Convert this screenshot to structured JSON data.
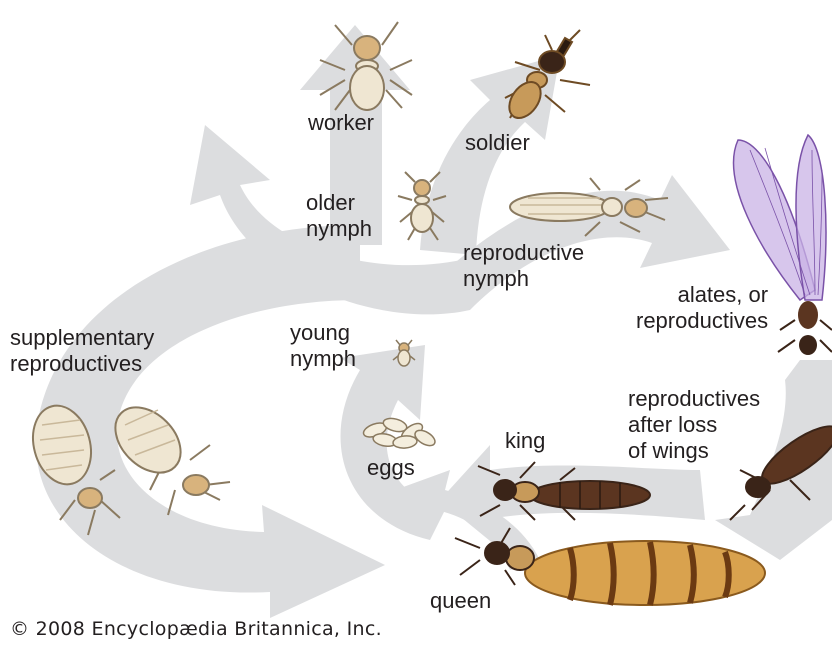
{
  "labels": {
    "worker": "worker",
    "soldier": "soldier",
    "older_nymph": "older\nnymph",
    "reproductive_nymph": "reproductive\nnymph",
    "alates": "alates, or\nreproductives",
    "supplementary": "supplementary\nreproductives",
    "young_nymph": "young\nnymph",
    "eggs": "eggs",
    "reproductives_after": "reproductives\nafter loss\nof wings",
    "king": "king",
    "queen": "queen"
  },
  "copyright": "© 2008 Encyclopædia Britannica, Inc.",
  "colors": {
    "arrow": "#dcdddf",
    "text": "#231f20",
    "pale_body": "#efe6d2",
    "pale_outline": "#8a7a60",
    "soldier_body": "#c79a5a",
    "dark_body": "#5b3520",
    "queen_abdomen": "#d9a24e",
    "wing": "#c9b3e6",
    "wing_vein": "#7a52a8"
  },
  "icons": [
    "worker-termite-icon",
    "soldier-termite-icon",
    "older-nymph-icon",
    "reproductive-nymph-icon",
    "alate-icon",
    "young-nymph-icon",
    "eggs-icon",
    "dealate-icon",
    "king-icon",
    "queen-icon",
    "supplementary-reproductive-icon"
  ]
}
